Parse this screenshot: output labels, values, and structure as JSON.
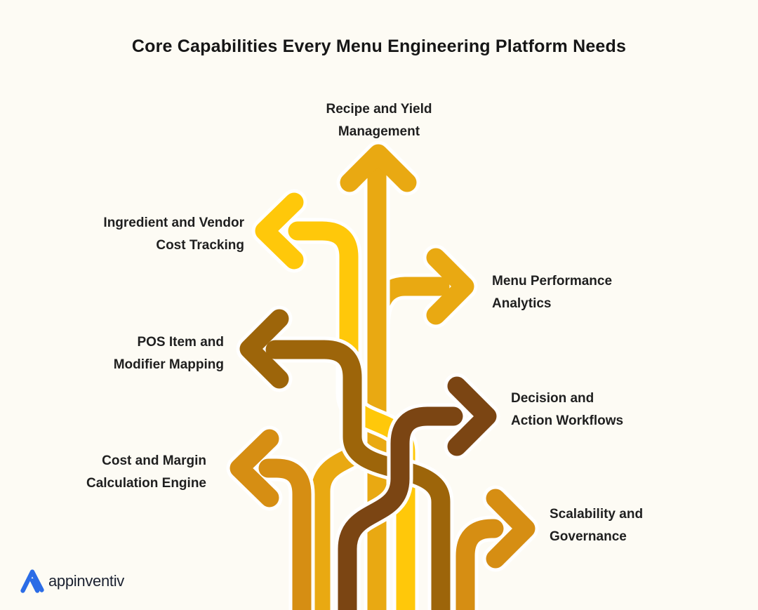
{
  "title": "Core Capabilities Every Menu Engineering Platform Needs",
  "branding": {
    "logo_text": "appinventiv",
    "logo_mark_color": "#2B6CE6",
    "logo_text_color": "#1B2130"
  },
  "colors": {
    "background": "#FDFBF4",
    "title_text": "#161616",
    "label_text": "#1F1F1F",
    "bright_yellow": "#FFC80A",
    "goldenrod": "#E9A912",
    "amber": "#D68E13",
    "brown": "#9D650A",
    "dark_brown": "#7B4513"
  },
  "diagram": {
    "description": "Seven weaving arrow lines branching from a central tangle, each pointing to a capability label",
    "items": [
      {
        "id": "recipe",
        "label_line1": "Recipe and Yield",
        "label_line2": "Management",
        "direction": "up",
        "color": "#E9A912"
      },
      {
        "id": "ingredient",
        "label_line1": "Ingredient and Vendor",
        "label_line2": "Cost Tracking",
        "direction": "left",
        "color": "#FFC80A"
      },
      {
        "id": "menu",
        "label_line1": "Menu Performance",
        "label_line2": "Analytics",
        "direction": "right",
        "color": "#E9A912"
      },
      {
        "id": "pos",
        "label_line1": "POS Item and",
        "label_line2": "Modifier Mapping",
        "direction": "left",
        "color": "#9D650A"
      },
      {
        "id": "decision",
        "label_line1": "Decision and",
        "label_line2": "Action Workflows",
        "direction": "right",
        "color": "#7B4513"
      },
      {
        "id": "cost",
        "label_line1": "Cost and Margin",
        "label_line2": "Calculation Engine",
        "direction": "left",
        "color": "#D68E13"
      },
      {
        "id": "scalability",
        "label_line1": "Scalability and",
        "label_line2": "Governance",
        "direction": "right",
        "color": "#D68E13"
      }
    ]
  }
}
